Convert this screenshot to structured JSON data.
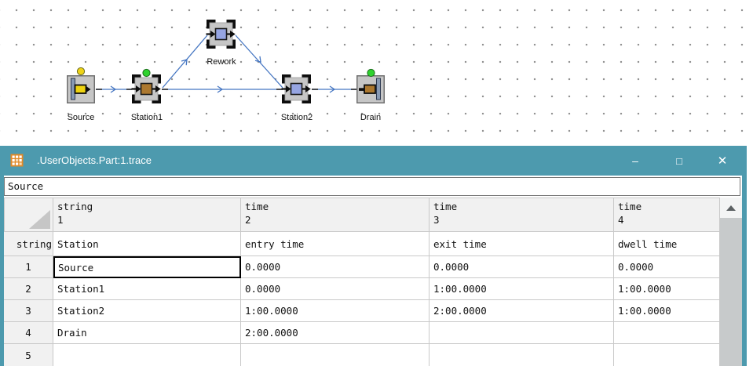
{
  "canvas": {
    "nodes": {
      "source": {
        "label": "Source",
        "led": "yellow"
      },
      "station1": {
        "label": "Station1",
        "led": "green"
      },
      "rework": {
        "label": "Rework",
        "led": "none"
      },
      "station2": {
        "label": "Station2",
        "led": "none"
      },
      "drain": {
        "label": "Drain",
        "led": "green"
      }
    }
  },
  "window": {
    "title": ".UserObjects.Part:1.trace",
    "controls": {
      "minimize": "–",
      "maximize": "□",
      "close": "✕"
    }
  },
  "formula_bar": {
    "value": "Source"
  },
  "table": {
    "row_header_type": "string",
    "columns": [
      {
        "type": "string",
        "num": "1"
      },
      {
        "type": "time",
        "num": "2"
      },
      {
        "type": "time",
        "num": "3"
      },
      {
        "type": "time",
        "num": "4"
      }
    ],
    "field_headers": [
      "Station",
      "entry time",
      "exit time",
      "dwell time"
    ],
    "rows": [
      {
        "num": "1",
        "cells": [
          "Source",
          "0.0000",
          "0.0000",
          "0.0000"
        ]
      },
      {
        "num": "2",
        "cells": [
          "Station1",
          "0.0000",
          "1:00.0000",
          "1:00.0000"
        ]
      },
      {
        "num": "3",
        "cells": [
          "Station2",
          "1:00.0000",
          "2:00.0000",
          "1:00.0000"
        ]
      },
      {
        "num": "4",
        "cells": [
          "Drain",
          "2:00.0000",
          "",
          ""
        ]
      },
      {
        "num": "5",
        "cells": [
          "",
          "",
          "",
          ""
        ]
      }
    ]
  },
  "colors": {
    "titlebar": "#4d9aae",
    "connector_blue": "#4576c2",
    "led_green": "#2fd32f",
    "led_yellow": "#eed317",
    "station_square_blue": "#96a5e2",
    "station_square_brown": "#ac782f"
  }
}
